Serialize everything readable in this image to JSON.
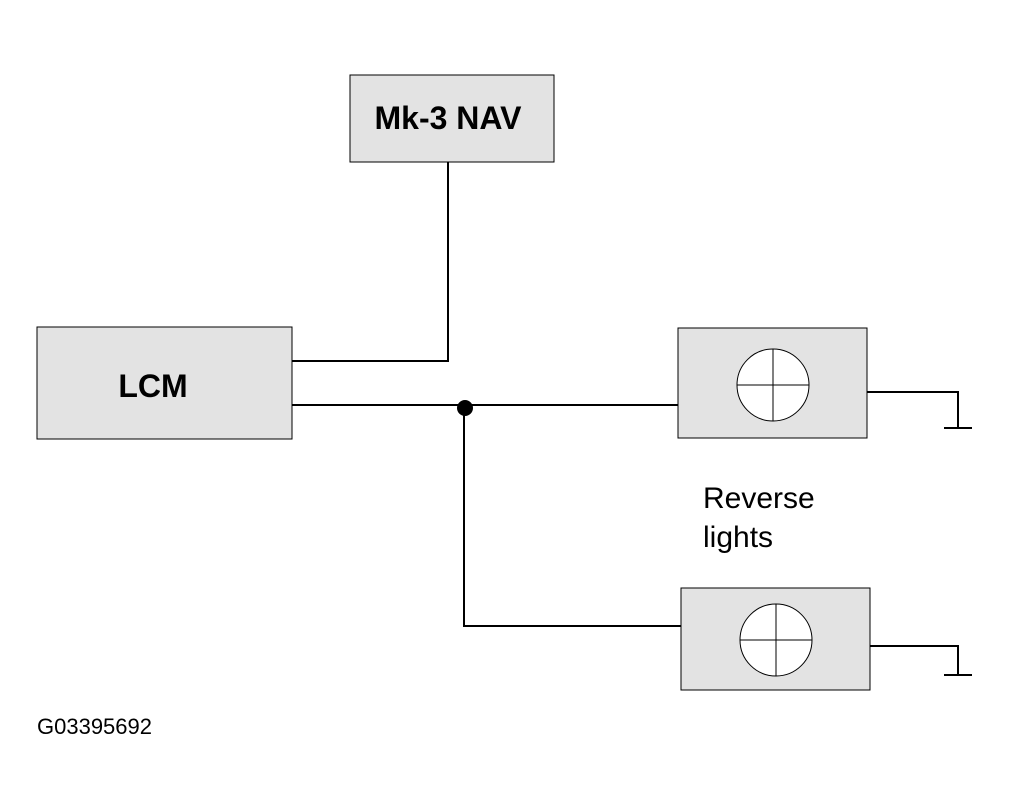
{
  "diagram": {
    "nav_label": "Mk-3 NAV",
    "lcm_label": "LCM",
    "reverse_lights_label": {
      "line1": "Reverse",
      "line2": "lights"
    },
    "figure_id": "G03395692"
  },
  "colors": {
    "box_fill": "#e3e3e3",
    "line": "#000000",
    "background": "#ffffff"
  }
}
